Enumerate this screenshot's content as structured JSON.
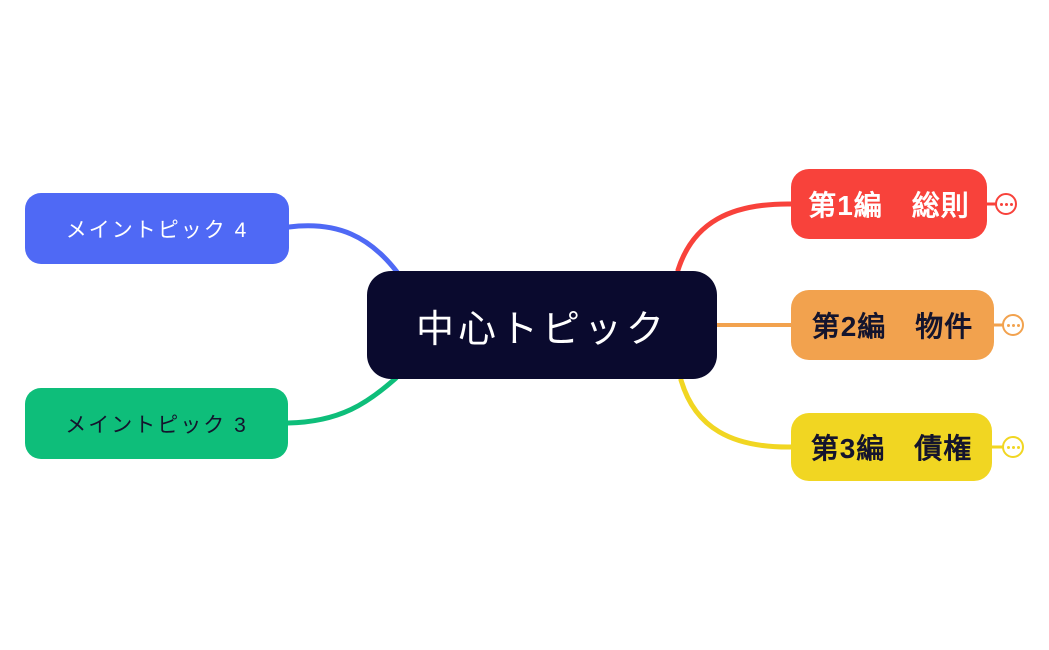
{
  "canvas": {
    "background": "#FFFFFF"
  },
  "colors": {
    "central_bg": "#0A0A2E",
    "branch_blue": "#4F69F5",
    "branch_green": "#0EBE7A",
    "branch_red": "#F8423B",
    "branch_orange": "#F2A24E",
    "branch_yellow": "#F1D622",
    "light_text": "#FFFFFF",
    "dark_text": "#14142D"
  },
  "mindmap": {
    "central": {
      "label": "中心トピック",
      "color": "#0A0A2E",
      "text_color": "#FFFFFF"
    },
    "left_topics": [
      {
        "label": "メイントピック 4",
        "color": "#4F69F5",
        "text_color": "#FFFFFF"
      },
      {
        "label": "メイントピック 3",
        "color": "#0EBE7A",
        "text_color": "#14142D"
      }
    ],
    "right_topics": [
      {
        "label": "第1編　総則",
        "color": "#F8423B",
        "text_color": "#FFFFFF",
        "collapse_indicator": "ellipsis"
      },
      {
        "label": "第2編　物件",
        "color": "#F2A24E",
        "text_color": "#14142D",
        "collapse_indicator": "ellipsis"
      },
      {
        "label": "第3編　債権",
        "color": "#F1D622",
        "text_color": "#14142D",
        "collapse_indicator": "ellipsis"
      }
    ]
  }
}
